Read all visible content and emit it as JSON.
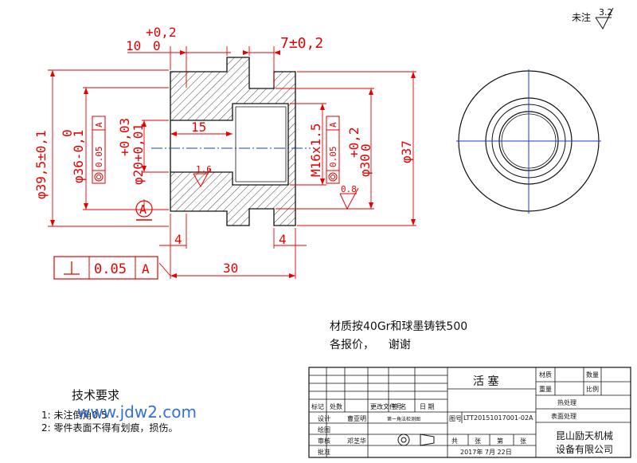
{
  "surface_finish": {
    "label": "未注",
    "value": "3.2",
    "bore": "1.6",
    "outer": "0.8"
  },
  "dims": {
    "left_len": "10",
    "left_tol_plus": "+0,2",
    "left_tol_zero": "0",
    "groove": "7±0,2",
    "d_outer": "φ39,5±0,1",
    "d_outer_zero": "0",
    "d_shoulder": "φ36-0,1",
    "d_bore": "φ20+0,01",
    "d_bore_tol": "+0,03",
    "thread": "M16x1.5",
    "d_right": "φ30",
    "d_right_tol_plus": "+0,2",
    "d_right_tol_zero": "0",
    "d_37": "φ37",
    "bore_depth": "15",
    "lip_left": "4",
    "lip_right": "4",
    "total_len": "30"
  },
  "gdt": {
    "conc1_value": "0.05",
    "conc1_datum": "A",
    "conc2_value": "0.05",
    "conc2_datum": "A",
    "datum_label": "A",
    "perp_value": "0.05",
    "perp_datum": "A"
  },
  "notes": {
    "material": "材质按40Gr和球墨铸铁500",
    "quote": "各报价，    谢谢",
    "tech_title": "技术要求",
    "tech_1": "1:  未注倒角0.5",
    "tech_2": "2:  零件表面不得有划痕，损伤。",
    "watermark": "www.jdw2.com"
  },
  "title_block": {
    "part_name": "活 塞",
    "material_label": "材质",
    "quantity_label": "数量",
    "weight_label": "重量",
    "ratio_label": "比例",
    "heat_label": "热处理",
    "surface_label": "表面处理",
    "mark_label": "标记",
    "count_label": "处数",
    "change_label": "更改文件号",
    "sign_label": "签 名",
    "date_label": "日 期",
    "design_label": "设计",
    "design_name": "曹亚明",
    "view_label": "第一角法检测图",
    "drawing_no_label": "图号",
    "drawing_no": "LTT20151017001-02A",
    "draw_label": "绘图",
    "review_label": "审核",
    "review_name": "邓芝华",
    "approve_label": "批准",
    "total_label": "共",
    "sheet_label": "张",
    "page_label": "第",
    "page_sheet_label": "张",
    "date": "2017年 7月 22日",
    "company_1": "昆山励天机械",
    "company_2": "设备有限公司"
  }
}
